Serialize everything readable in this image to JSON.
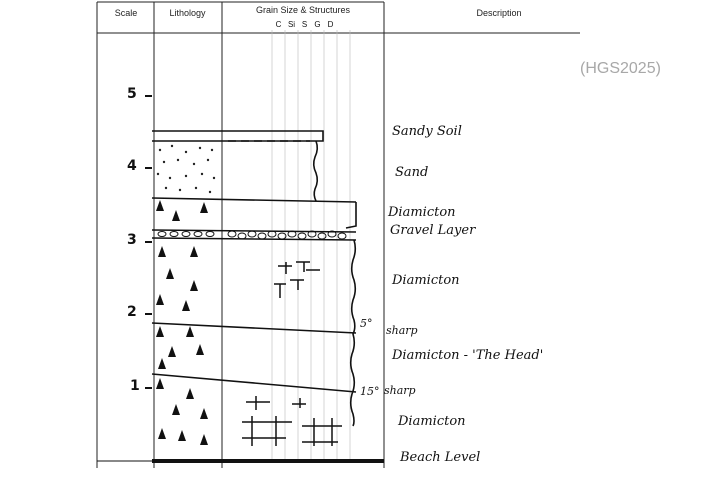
{
  "headers": {
    "scale": "Scale",
    "lithology": "Lithology",
    "grain": "Grain Size & Structures",
    "grain_codes": [
      "C",
      "Si",
      "S",
      "G",
      "D"
    ],
    "description": "Description"
  },
  "scale_ticks": [
    "5",
    "4",
    "3",
    "2",
    "1"
  ],
  "descriptions": {
    "sandy_soil": "Sandy Soil",
    "sand": "Sand",
    "diamicton_upper": "Diamicton",
    "gravel_layer": "Gravel Layer",
    "diamicton_mid": "Diamicton",
    "sharp_upper": "sharp",
    "angle_upper": "5°",
    "the_head": "Diamicton - 'The Head'",
    "angle_lower": "15°",
    "sharp_lower": "sharp",
    "diamicton_lower": "Diamicton",
    "beach_level": "Beach Level"
  },
  "watermark": "(HGS2025)"
}
